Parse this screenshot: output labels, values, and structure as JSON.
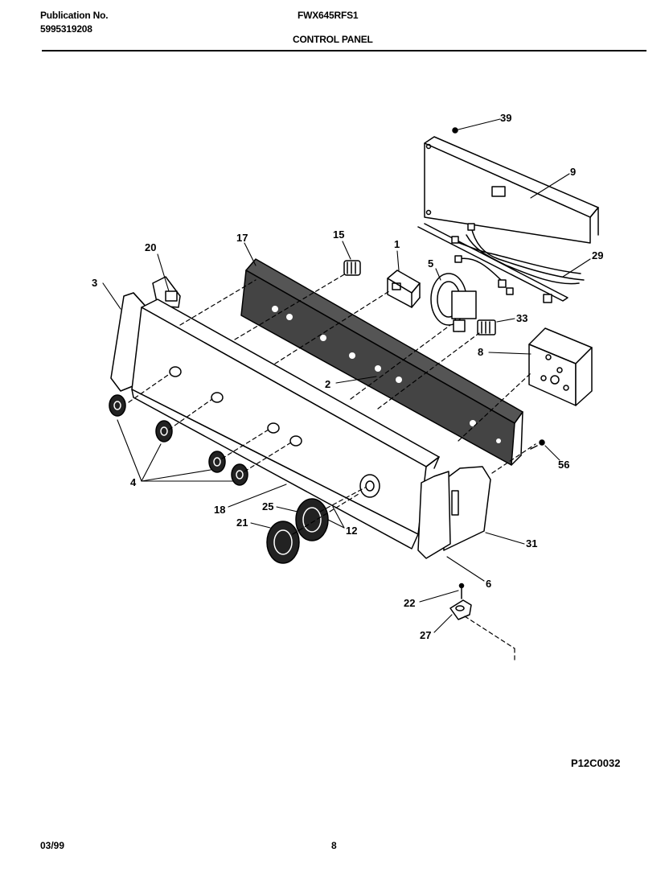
{
  "header": {
    "publication_label": "Publication No.",
    "publication_number": "5995319208",
    "model": "FWX645RFS1",
    "section_title": "CONTROL PANEL"
  },
  "diagram": {
    "callouts": [
      "39",
      "9",
      "29",
      "20",
      "17",
      "15",
      "1",
      "5",
      "3",
      "33",
      "8",
      "2",
      "56",
      "4",
      "18",
      "25",
      "12",
      "21",
      "31",
      "6",
      "22",
      "27"
    ],
    "drawing_code": "P12C0032"
  },
  "footer": {
    "date": "03/99",
    "page": "8"
  }
}
